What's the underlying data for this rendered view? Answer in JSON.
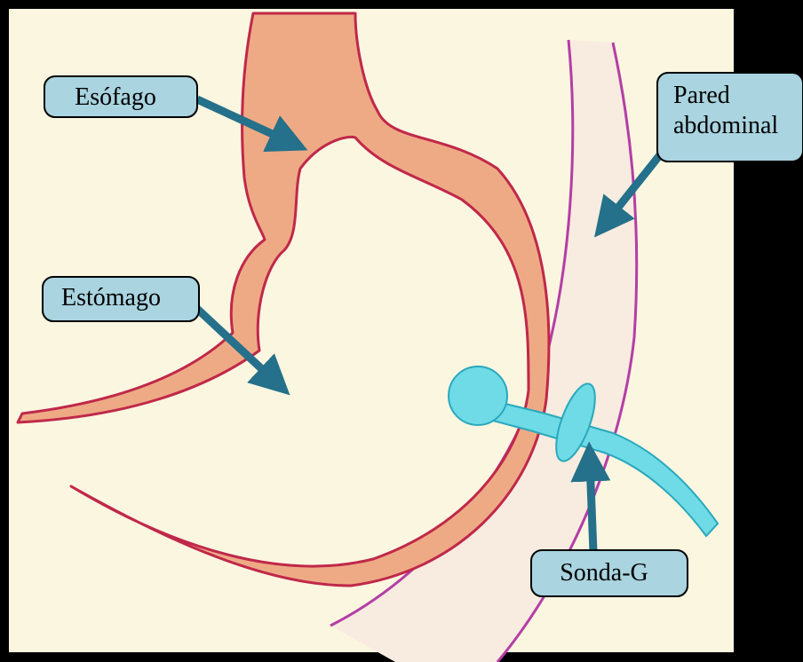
{
  "colors": {
    "background": "#fbf6e0",
    "frame": "#000000",
    "tissue_fill": "#eeaa85",
    "tissue_outline": "#c0284a",
    "wall_fill": "#f7ecdf",
    "wall_outline": "#b43ea6",
    "tube_fill": "#6fdbe6",
    "tube_outline": "#2aa8bd",
    "callout_fill": "#a9d4e0",
    "callout_border": "#000000",
    "arrow": "#25708a"
  },
  "labels": {
    "esofago": "Esófago",
    "estomago": "Estómago",
    "pared_line1": "Pared",
    "pared_line2": "abdominal",
    "sonda": "Sonda-G"
  },
  "icons": {
    "arrow": "arrow-icon"
  }
}
